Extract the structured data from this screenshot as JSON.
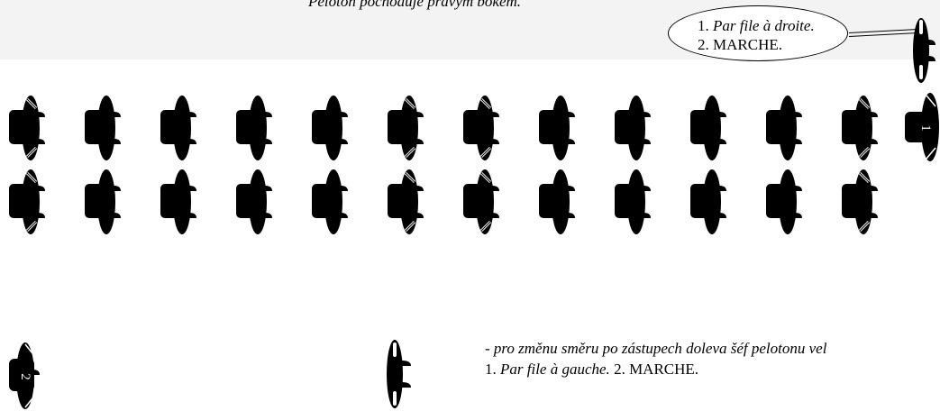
{
  "caption": "Peloton pochoduje pravým bokem.",
  "bubble": {
    "line1_num": "1.",
    "line1_cmd": "Par file à droite.",
    "line2": "2. MARCHE."
  },
  "leader_marker": "1",
  "second_marker": "2",
  "formation": {
    "rows": 2,
    "columns": 12
  },
  "note": {
    "line1": "- pro změnu směru po zástupech doleva šéf pelotonu vel",
    "line2_num": "1.",
    "line2_cmd": "Par file à gauche.",
    "line2_rest": "2. MARCHE."
  }
}
